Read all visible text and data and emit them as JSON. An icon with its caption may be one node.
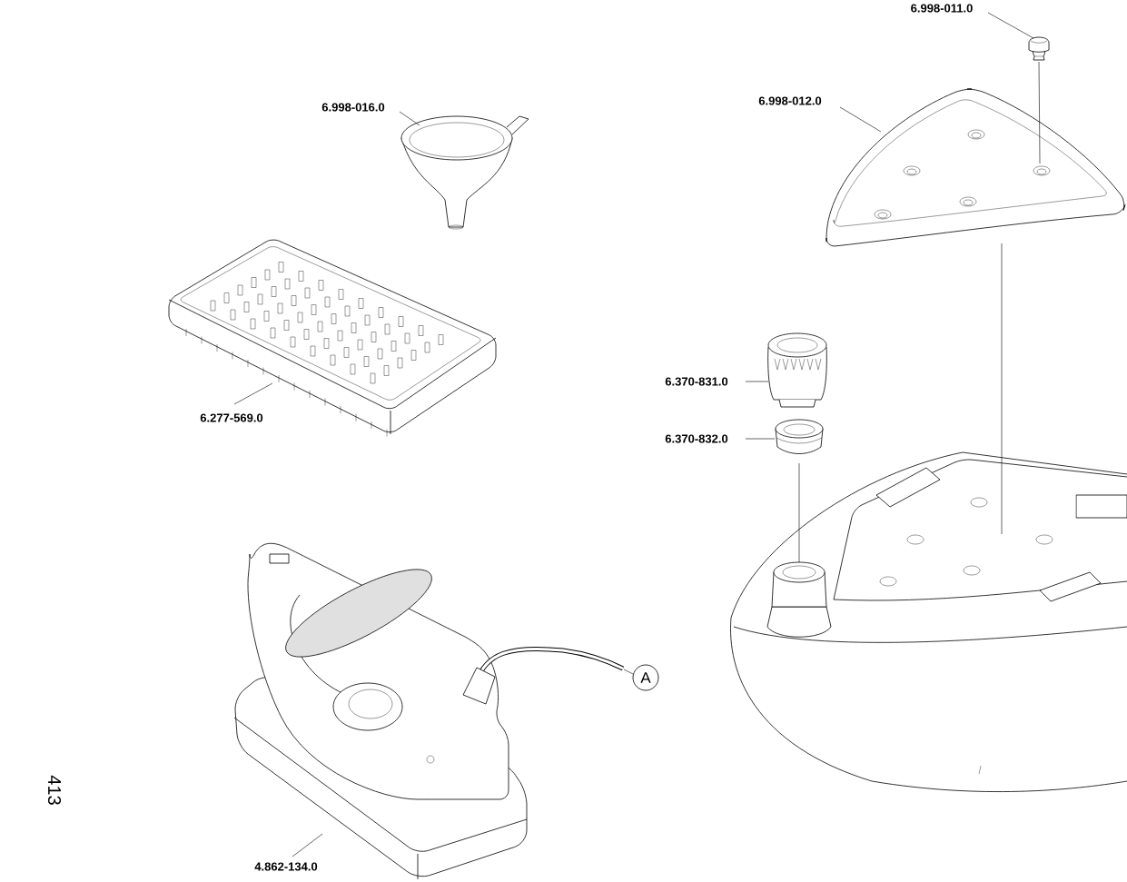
{
  "diagram": {
    "nodes": [
      {
        "text": [
          "6.998-011.0"
        ]
      },
      {
        "text": [],
        "shape": "picture"
      },
      {
        "text": [
          "6.998-012.0"
        ]
      },
      {
        "text": [],
        "shape": "picture"
      },
      {
        "text": [
          "6.998-016.0"
        ]
      },
      {
        "text": [],
        "shape": "picture"
      },
      {
        "text": [
          "6.277-569.0"
        ]
      },
      {
        "text": [],
        "shape": "picture"
      },
      {
        "text": [
          "6.370-831.0"
        ]
      },
      {
        "text": [],
        "shape": "picture"
      },
      {
        "text": [
          "6.370-832.0"
        ]
      },
      {
        "text": [],
        "shape": "picture"
      },
      {
        "text": [
          "4.862-134.0"
        ]
      },
      {
        "text": [],
        "shape": "picture"
      },
      {
        "text": [
          "A"
        ]
      },
      {
        "text": [],
        "shape": "picture"
      }
    ],
    "edges": [
      {
        "from": 0,
        "to": 1,
        "arrow": "none"
      },
      {
        "from": 1,
        "to": 3,
        "arrow": "none"
      },
      {
        "from": 2,
        "to": 3,
        "arrow": "none"
      },
      {
        "from": 4,
        "to": 5,
        "arrow": "none"
      },
      {
        "from": 6,
        "to": 7,
        "arrow": "none"
      },
      {
        "from": 8,
        "to": 9,
        "arrow": "none"
      },
      {
        "from": 10,
        "to": 11,
        "arrow": "none"
      },
      {
        "from": 11,
        "to": 15,
        "arrow": "none"
      },
      {
        "from": 3,
        "to": 15,
        "arrow": "none"
      },
      {
        "from": 12,
        "to": 13,
        "arrow": "none"
      },
      {
        "from": 13,
        "to": 14,
        "arrow": "none"
      }
    ],
    "labels": [
      "413"
    ]
  }
}
